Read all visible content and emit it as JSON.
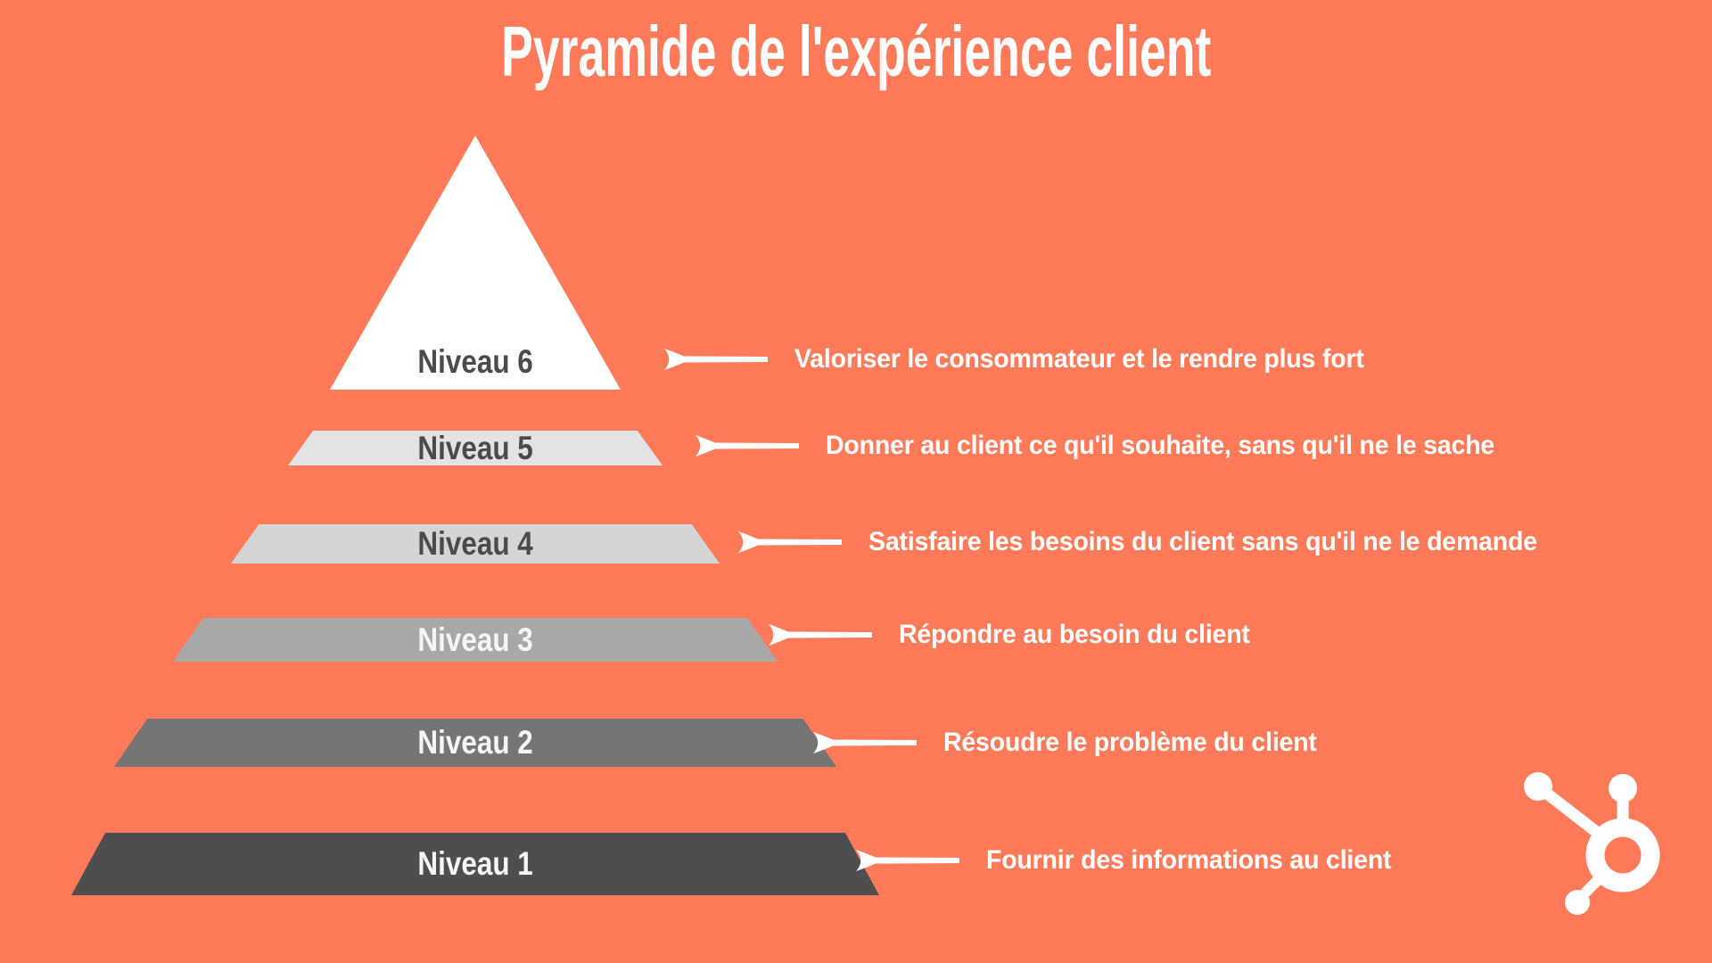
{
  "title": "Pyramide de l'expérience client",
  "colors": {
    "background": "#FF7A59",
    "text": "#FFFFFF",
    "dark_label": "#4B4B4B",
    "light_label": "#F5F5F5"
  },
  "levels": [
    {
      "id": 6,
      "label": "Niveau 6",
      "description": "Valoriser le consommateur et le rendre plus fort",
      "fill": "#FFFFFF",
      "label_color": "#4B4B4B"
    },
    {
      "id": 5,
      "label": "Niveau 5",
      "description": "Donner au client ce qu'il souhaite, sans qu'il ne le sache",
      "fill": "#E3E3E3",
      "label_color": "#4B4B4B"
    },
    {
      "id": 4,
      "label": "Niveau 4",
      "description": "Satisfaire les besoins du client sans qu'il ne le demande",
      "fill": "#D5D5D5",
      "label_color": "#4B4B4B"
    },
    {
      "id": 3,
      "label": "Niveau 3",
      "description": "Répondre au besoin du client",
      "fill": "#A8A8A8",
      "label_color": "#F5F5F5"
    },
    {
      "id": 2,
      "label": "Niveau 2",
      "description": "Résoudre le problème du client",
      "fill": "#757575",
      "label_color": "#F5F5F5"
    },
    {
      "id": 1,
      "label": "Niveau 1",
      "description": "Fournir des informations au client",
      "fill": "#4E4E4E",
      "label_color": "#F5F5F5"
    }
  ],
  "logo": {
    "name": "hubspot-sprocket",
    "color": "#FFFFFF"
  }
}
